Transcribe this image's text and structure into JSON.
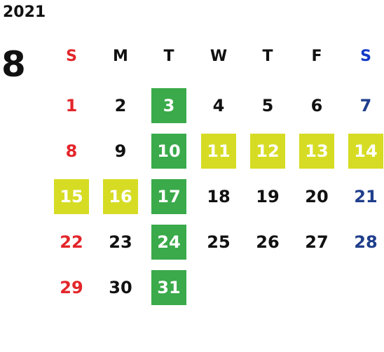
{
  "year": "2021",
  "month": "8",
  "colors": {
    "sunday": "#e3262b",
    "saturday_header": "#1439c8",
    "saturday": "#1f3e8c",
    "weekday": "#111111",
    "highlight_green": "#3aaa4a",
    "highlight_yellow": "#d6dc24",
    "highlight_text": "#ffffff"
  },
  "weekdays": [
    {
      "label": "S",
      "kind": "sunday"
    },
    {
      "label": "M",
      "kind": "weekday"
    },
    {
      "label": "T",
      "kind": "weekday"
    },
    {
      "label": "W",
      "kind": "weekday"
    },
    {
      "label": "T",
      "kind": "weekday"
    },
    {
      "label": "F",
      "kind": "weekday"
    },
    {
      "label": "S",
      "kind": "saturday"
    }
  ],
  "start_weekday": 0,
  "days": [
    {
      "label": "1",
      "highlight": "none"
    },
    {
      "label": "2",
      "highlight": "none"
    },
    {
      "label": "3",
      "highlight": "green"
    },
    {
      "label": "4",
      "highlight": "none"
    },
    {
      "label": "5",
      "highlight": "none"
    },
    {
      "label": "6",
      "highlight": "none"
    },
    {
      "label": "7",
      "highlight": "none"
    },
    {
      "label": "8",
      "highlight": "none"
    },
    {
      "label": "9",
      "highlight": "none"
    },
    {
      "label": "10",
      "highlight": "green"
    },
    {
      "label": "11",
      "highlight": "yellow"
    },
    {
      "label": "12",
      "highlight": "yellow"
    },
    {
      "label": "13",
      "highlight": "yellow"
    },
    {
      "label": "14",
      "highlight": "yellow"
    },
    {
      "label": "15",
      "highlight": "yellow"
    },
    {
      "label": "16",
      "highlight": "yellow"
    },
    {
      "label": "17",
      "highlight": "green"
    },
    {
      "label": "18",
      "highlight": "none"
    },
    {
      "label": "19",
      "highlight": "none"
    },
    {
      "label": "20",
      "highlight": "none"
    },
    {
      "label": "21",
      "highlight": "none"
    },
    {
      "label": "22",
      "highlight": "none"
    },
    {
      "label": "23",
      "highlight": "none"
    },
    {
      "label": "24",
      "highlight": "green"
    },
    {
      "label": "25",
      "highlight": "none"
    },
    {
      "label": "26",
      "highlight": "none"
    },
    {
      "label": "27",
      "highlight": "none"
    },
    {
      "label": "28",
      "highlight": "none"
    },
    {
      "label": "29",
      "highlight": "none"
    },
    {
      "label": "30",
      "highlight": "none"
    },
    {
      "label": "31",
      "highlight": "green"
    }
  ]
}
